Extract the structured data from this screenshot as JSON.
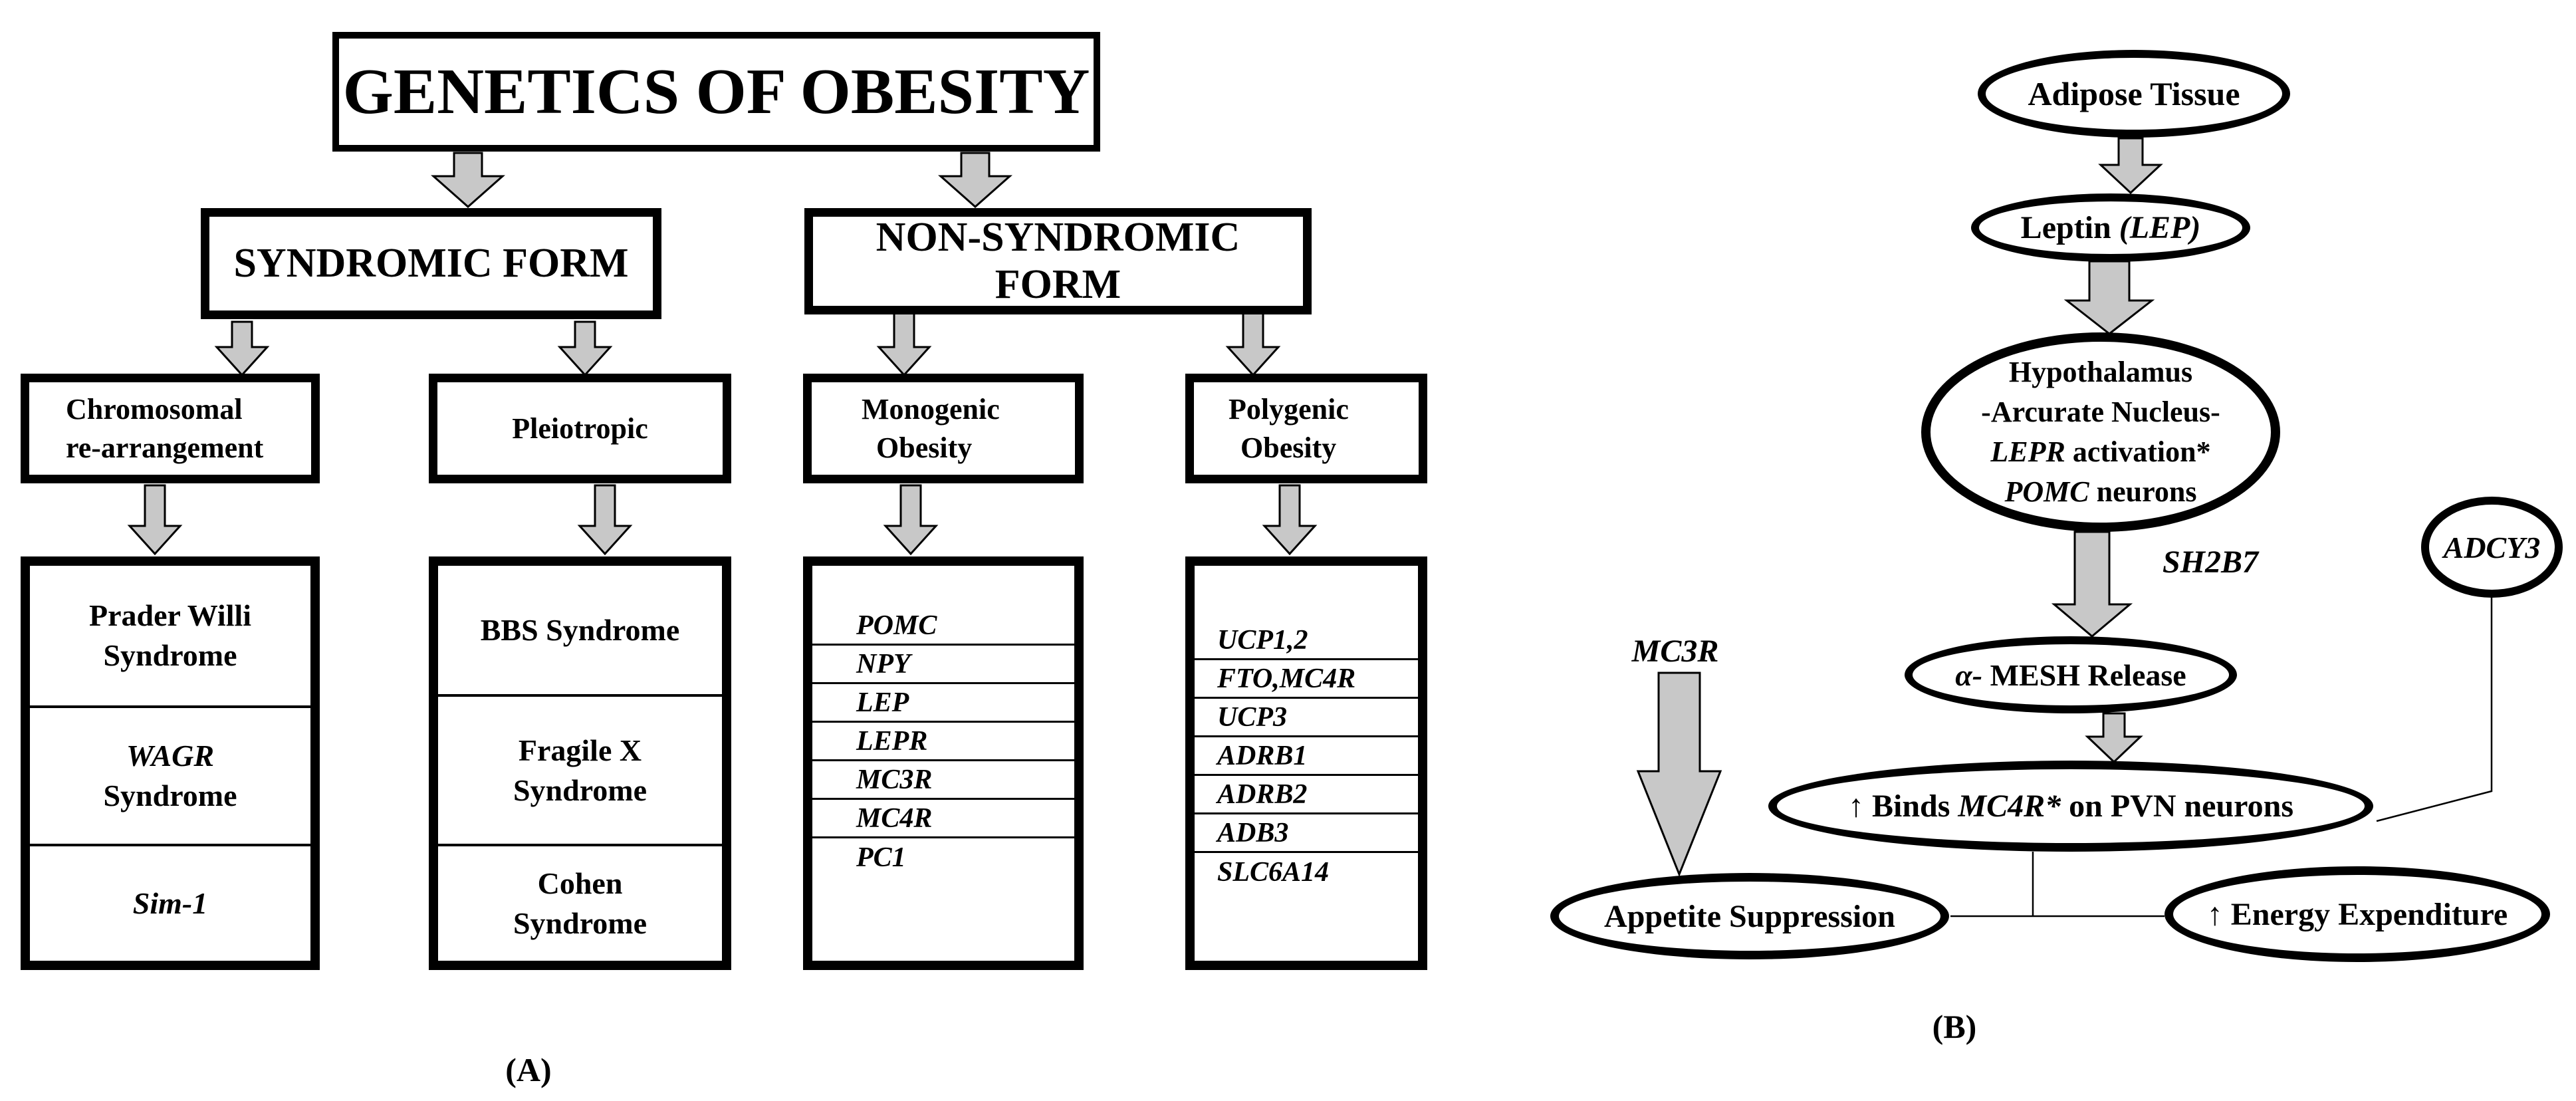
{
  "colors": {
    "background": "#ffffff",
    "outline": "#000000",
    "arrow_fill": "#c8c8c8"
  },
  "part_a": {
    "label": "(A)",
    "title": "GENETICS OF OBESITY",
    "syndromic": "SYNDROMIC FORM",
    "non_syndromic": "NON-SYNDROMIC FORM",
    "categories": {
      "chromosomal_line1": "Chromosomal",
      "chromosomal_line2": "re-arrangement",
      "pleiotropic": "Pleiotropic",
      "monogenic_line1": "Monogenic",
      "monogenic_line2": "Obesity",
      "polygenic_line1": "Polygenic",
      "polygenic_line2": "Obesity"
    },
    "chromosomal_list": {
      "item1_line1": "Prader Willi",
      "item1_line2": "Syndrome",
      "item2_gene": "WAGR",
      "item2_line2": "Syndrome",
      "item3_gene": "Sim-1"
    },
    "pleiotropic_list": {
      "item1": "BBS Syndrome",
      "item2_line1": "Fragile X",
      "item2_line2": "Syndrome",
      "item3_line1": "Cohen",
      "item3_line2": "Syndrome"
    },
    "monogenic_genes": [
      "POMC",
      "NPY",
      "LEP",
      "LEPR",
      "MC3R",
      "MC4R",
      "PC1"
    ],
    "polygenic_genes": [
      "UCP1,2",
      "FTO,MC4R",
      "UCP3",
      "ADRB1",
      "ADRB2",
      "ADB3",
      "SLC6A14"
    ]
  },
  "part_b": {
    "label": "(B)",
    "adipose": "Adipose Tissue",
    "leptin_text": "Leptin ",
    "leptin_gene": "(LEP)",
    "hypothalamus_line1": "Hypothalamus",
    "hypothalamus_line2": "-Arcurate Nucleus-",
    "hypothalamus_line3_gene": "LEPR",
    "hypothalamus_line3_rest": " activation*",
    "hypothalamus_line4_gene": "POMC",
    "hypothalamus_line4_rest": " neurons",
    "sh2b7": "SH2B7",
    "adcy3": "ADCY3",
    "mc3r": "MC3R",
    "mesh_alpha": "α-",
    "mesh_rest": " MESH Release",
    "binds_prefix": "↑ Binds ",
    "binds_gene": "MC4R*",
    "binds_suffix": " on PVN neurons",
    "appetite": "Appetite Suppression",
    "energy": "↑ Energy Expenditure"
  }
}
